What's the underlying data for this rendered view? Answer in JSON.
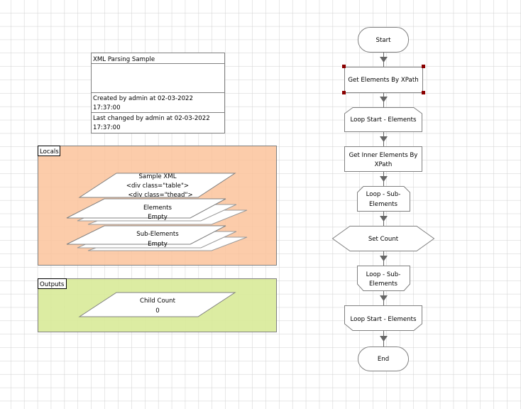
{
  "info": {
    "title": "XML Parsing Sample",
    "created_line1": "Created by admin at 02-03-2022",
    "created_line2": "17:37:00",
    "changed_line1": "Last changed by admin at 02-03-2022",
    "changed_line2": "17:37:00"
  },
  "locals": {
    "label": "Locals",
    "color": "#FCC39B",
    "items": [
      {
        "name": "Sample XML",
        "value_line1": "<div class=\"table\">",
        "value_line2": "<div class=\"thead\">"
      },
      {
        "name": "Elements",
        "value": "Empty"
      },
      {
        "name": "Sub-Elements",
        "value": "Empty"
      }
    ]
  },
  "outputs": {
    "label": "Outputs",
    "color": "#D8EA98",
    "items": [
      {
        "name": "Child Count",
        "value": "0"
      }
    ]
  },
  "flow": {
    "start": "Start",
    "get_elements": "Get Elements By XPath",
    "loop_start_elements": "Loop Start - Elements",
    "get_inner_line1": "Get Inner Elements By",
    "get_inner_line2": "XPath",
    "loop_sub_line1": "Loop  - Sub-",
    "loop_sub_line2": "Elements",
    "set_count": "Set Count",
    "loop_sub_end_line1": "Loop  - Sub-",
    "loop_sub_end_line2": "Elements",
    "loop_end_elements": "Loop Start - Elements",
    "end": "End",
    "selection_color": "#8B0000"
  }
}
